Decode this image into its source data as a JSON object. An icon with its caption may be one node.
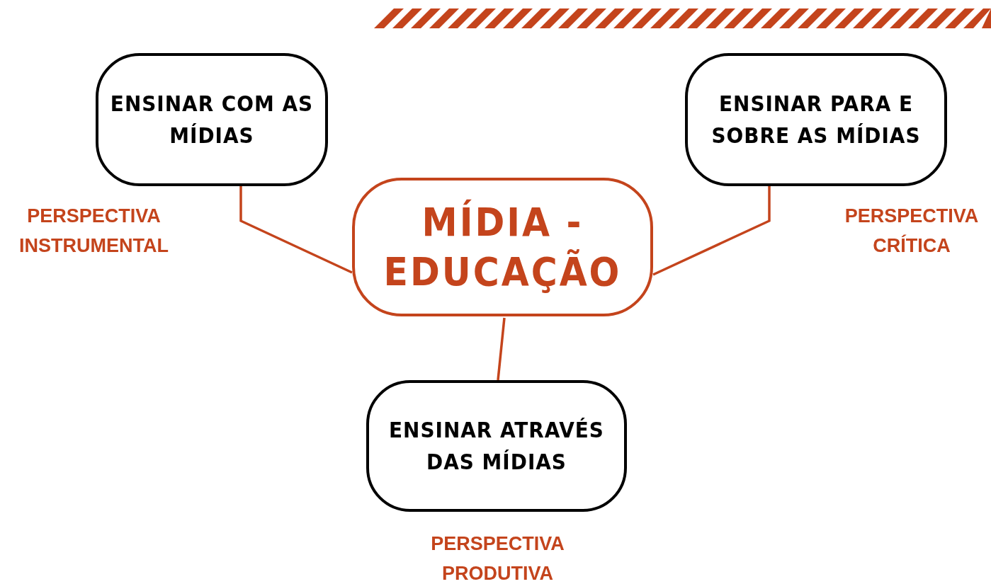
{
  "diagram": {
    "nodes": [
      {
        "text": [
          "MÍDIA - EDUCAÇÃO"
        ]
      },
      {
        "text": [
          "ENSINAR COM AS MÍDIAS"
        ],
        "beside": [
          "PERSPECTIVA INSTRUMENTAL"
        ]
      },
      {
        "text": [
          "ENSINAR PARA E SOBRE AS MÍDIAS"
        ],
        "beside": [
          "PERSPECTIVA CRÍTICA"
        ]
      },
      {
        "text": [
          "ENSINAR ATRAVÉS DAS MÍDIAS"
        ],
        "beside": [
          "PERSPECTIVA PRODUTIVA"
        ]
      }
    ],
    "edges": [
      {
        "from": 0,
        "to": 1,
        "arrow": "none"
      },
      {
        "from": 0,
        "to": 2,
        "arrow": "none"
      },
      {
        "from": 0,
        "to": 3,
        "arrow": "none"
      }
    ]
  }
}
